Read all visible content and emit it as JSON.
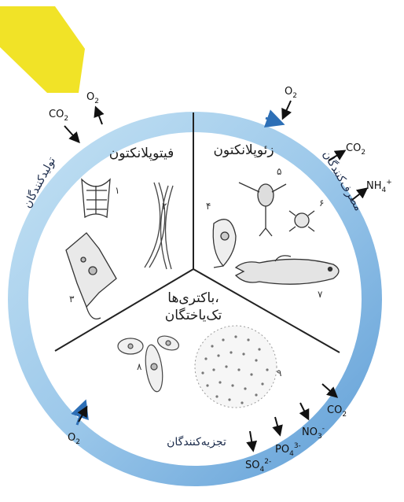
{
  "sectors": {
    "phytoplankton": {
      "title": "فیتوپلانکتون"
    },
    "zooplankton": {
      "title": "زئوپلانکتون"
    },
    "bacteria": {
      "title_line1": "باکتری‌ها،",
      "title_line2": "تک‌یاختگان"
    }
  },
  "ring": {
    "producers": "تولیدکنندگان",
    "consumers": "مصرف‌کنندگان",
    "decomposers": "تجزیه‌کنندگان"
  },
  "chemicals": {
    "o2_top_left": "O",
    "co2_top_left": "CO",
    "o2_top_right": "O",
    "co2_right": "CO",
    "nh4": "NH",
    "co2_bottom": "CO",
    "no3": "NO",
    "po4": "PO",
    "so4": "SO",
    "o2_bottom_left": "O"
  },
  "numbers": [
    "۱",
    "۲",
    "۳",
    "۴",
    "۵",
    "۶",
    "۷",
    "۸",
    "۹"
  ],
  "colors": {
    "ring_light": "#cfe6f5",
    "ring_dark": "#6aa7d8",
    "sun": "#f1e327",
    "divider": "#222222"
  }
}
